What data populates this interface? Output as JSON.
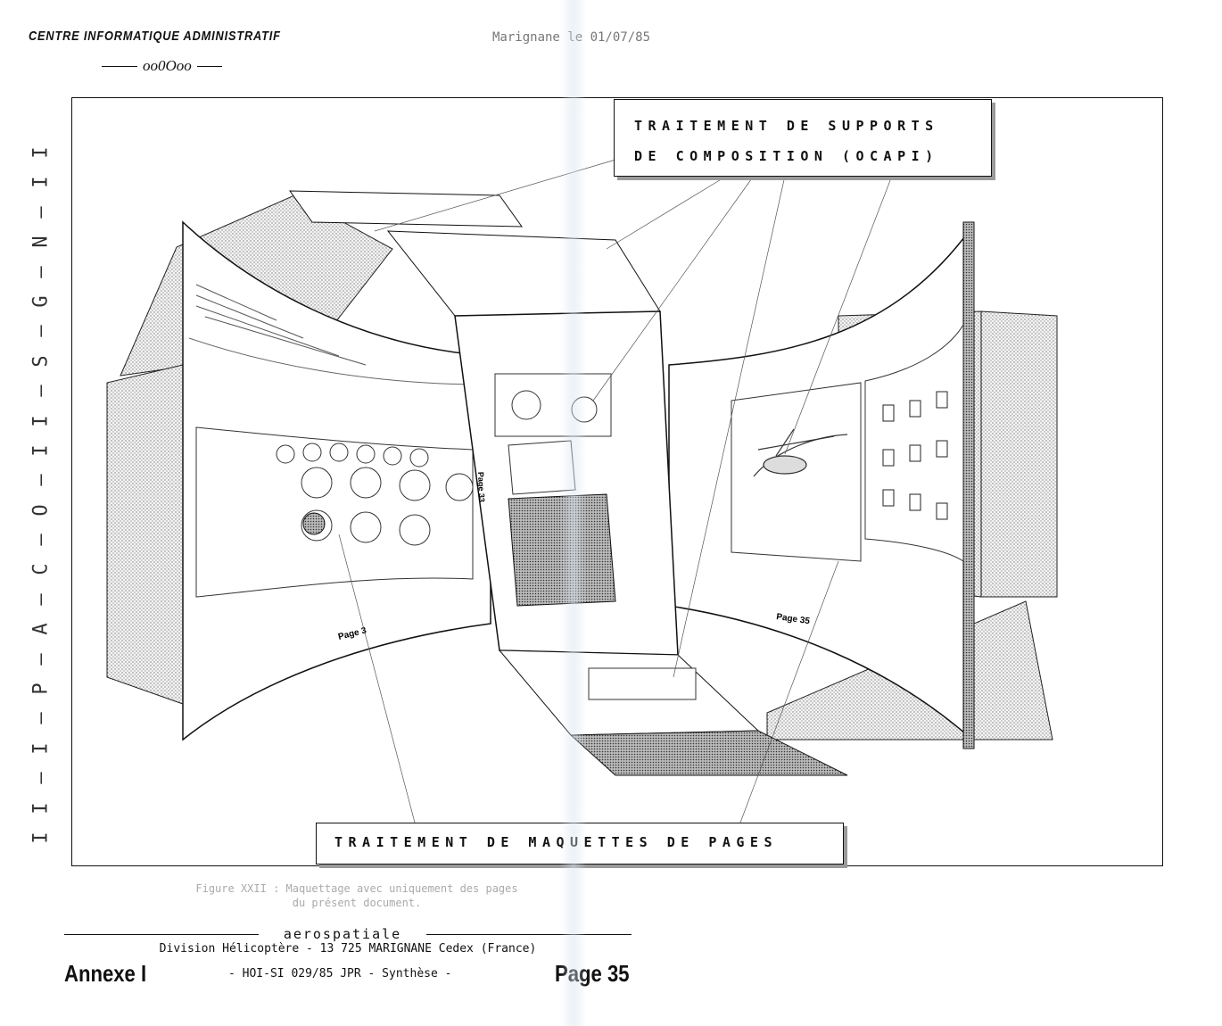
{
  "header": {
    "organization": "CENTRE  INFORMATIQUE ADMINISTRATIF",
    "date_line": "Marignane le 01/07/85",
    "ornament": "oo0Ooo"
  },
  "side_letters": [
    "I",
    "I",
    "–",
    "N",
    "–",
    "G",
    "–",
    "S",
    "–",
    "I",
    "I",
    "–",
    "O",
    "–",
    "C",
    "–",
    "A",
    "–",
    "P",
    "–",
    "I",
    "–",
    "I",
    "I"
  ],
  "labels": {
    "ocapi_line1": "TRAITEMENT DE SUPPORTS",
    "ocapi_line2": "DE COMPOSITION (OCAPI)",
    "pages": "TRAITEMENT DE MAQUETTES DE PAGES"
  },
  "caption": {
    "line1": "Figure XXII : Maquettage avec uniquement des pages",
    "line2": "du présent document."
  },
  "footer": {
    "brand": "aerospatiale",
    "division": "Division Hélicoptère - 13 725 MARIGNANE  Cedex (France)",
    "annex": "Annexe I",
    "reference": "- HOI-SI 029/85 JPR - Synthèse -",
    "page": "Page 35"
  },
  "illustration": {
    "left_page_label": "Page 3",
    "right_page_label": "Page 35",
    "center_page_label": "Page 33"
  }
}
